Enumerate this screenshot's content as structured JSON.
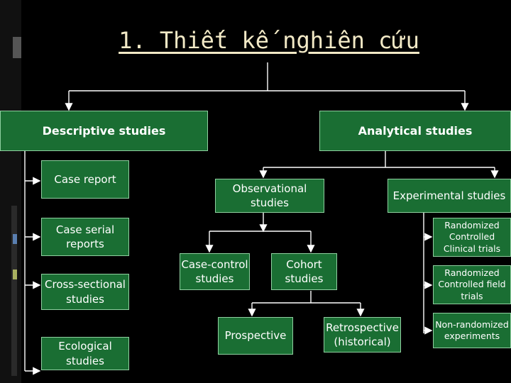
{
  "title": "1. Thiết kế nghiên cứu",
  "colors": {
    "box_fill": "#1a6e33",
    "box_border": "#8fd0a0",
    "title": "#f2e9c6",
    "lines": "#ffffff",
    "background": "#000000"
  },
  "nodes": {
    "descriptive": "Descriptive  studies",
    "analytical": "Analytical studies",
    "case_report": "Case report",
    "case_serial": "Case serial reports",
    "cross_sectional": "Cross-sectional studies",
    "ecological": "Ecological studies",
    "observational": "Observational studies",
    "experimental": "Experimental studies",
    "case_control": "Case-control studies",
    "cohort": "Cohort studies",
    "prospective": "Prospective",
    "retrospective": "Retrospective (historical)",
    "rct": "Randomized Controlled Clinical trials",
    "rcft": "Randomized Controlled field trials",
    "non_randomized": "Non-randomized experiments"
  }
}
